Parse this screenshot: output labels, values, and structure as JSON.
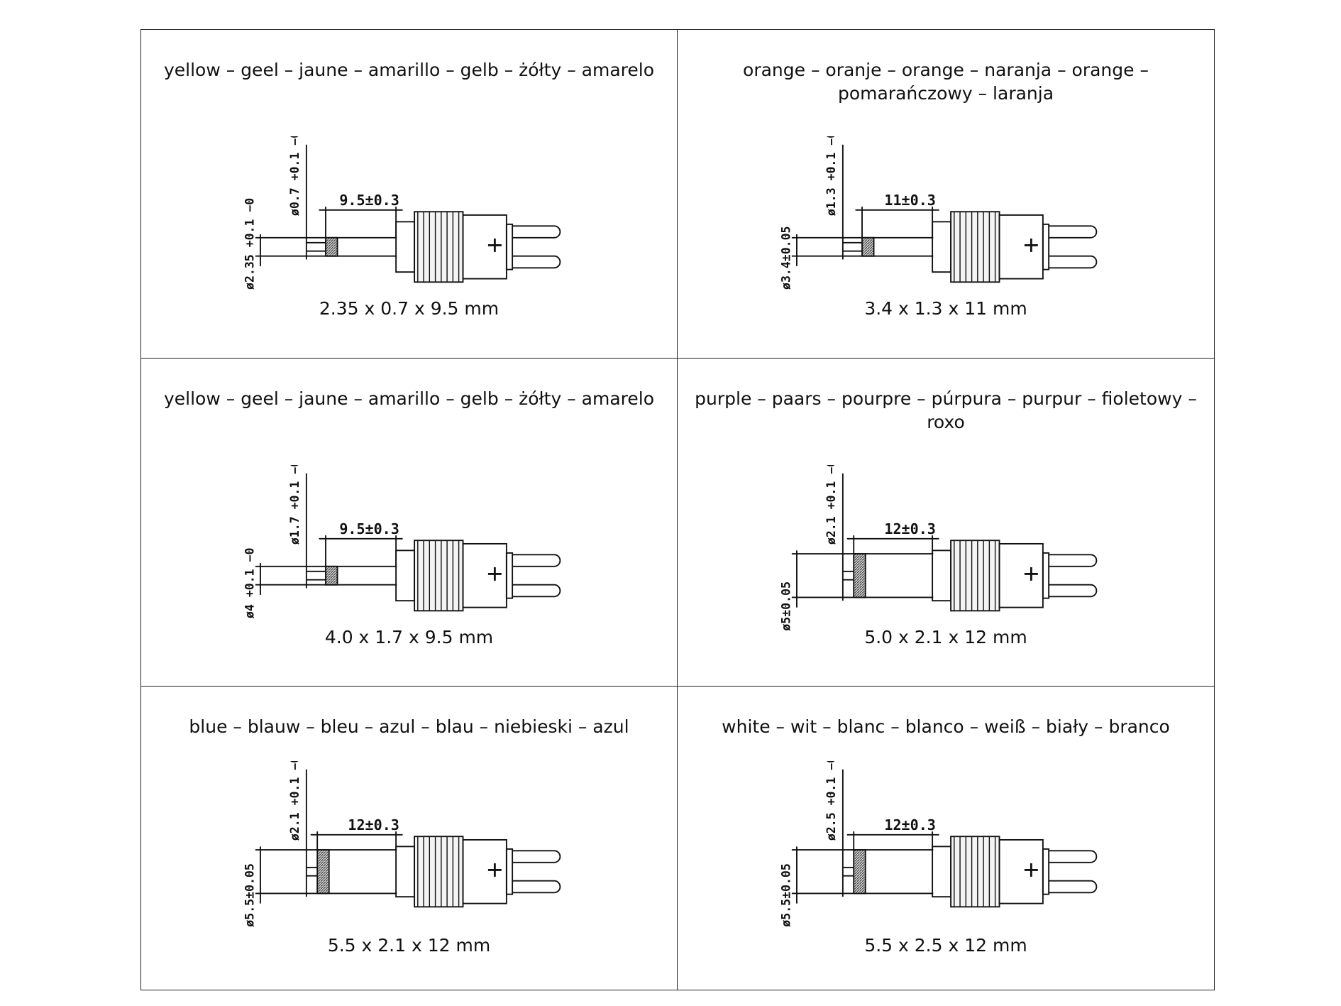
{
  "cells": [
    {
      "title": "yellow – geel – jaune – amarillo – gelb – żółty – amarelo",
      "size": "2.35 x 0.7 x 9.5 mm",
      "outer": "ø2.35",
      "outer_tol": "+0.1 −0",
      "inner": "ø0.7",
      "inner_tol": "+0.1 −0",
      "length": "9.5±0.3"
    },
    {
      "title": "orange – oranje – orange – naranja – orange – pomarańczowy – laranja",
      "size": "3.4 x 1.3 x 11 mm",
      "outer": "ø3.4±0.05",
      "outer_tol": "",
      "inner": "ø1.3",
      "inner_tol": "+0.1 −0",
      "length": "11±0.3"
    },
    {
      "title": "yellow – geel – jaune – amarillo – gelb – żółty – amarelo",
      "size": "4.0 x 1.7 x 9.5 mm",
      "outer": "ø4",
      "outer_tol": "+0.1 −0",
      "inner": "ø1.7",
      "inner_tol": "+0.1 −0",
      "length": "9.5±0.3"
    },
    {
      "title": "purple – paars – pourpre – púrpura – purpur – fioletowy – roxo",
      "size": "5.0 x 2.1 x 12 mm",
      "outer": "ø5±0.05",
      "outer_tol": "",
      "inner": "ø2.1",
      "inner_tol": "+0.1 −0",
      "length": "12±0.3"
    },
    {
      "title": "blue – blauw – bleu – azul – blau – niebieski – azul",
      "size": "5.5 x 2.1 x 12 mm",
      "outer": "ø5.5±0.05",
      "outer_tol": "",
      "inner": "ø2.1",
      "inner_tol": "+0.1 −0",
      "length": "12±0.3"
    },
    {
      "title": "white – wit – blanc – blanco – weiß – biały – branco",
      "size": "5.5 x 2.5 x 12 mm",
      "outer": "ø5.5±0.05",
      "outer_tol": "",
      "inner": "ø2.5",
      "inner_tol": "+0.1 −0",
      "length": "12±0.3"
    }
  ]
}
